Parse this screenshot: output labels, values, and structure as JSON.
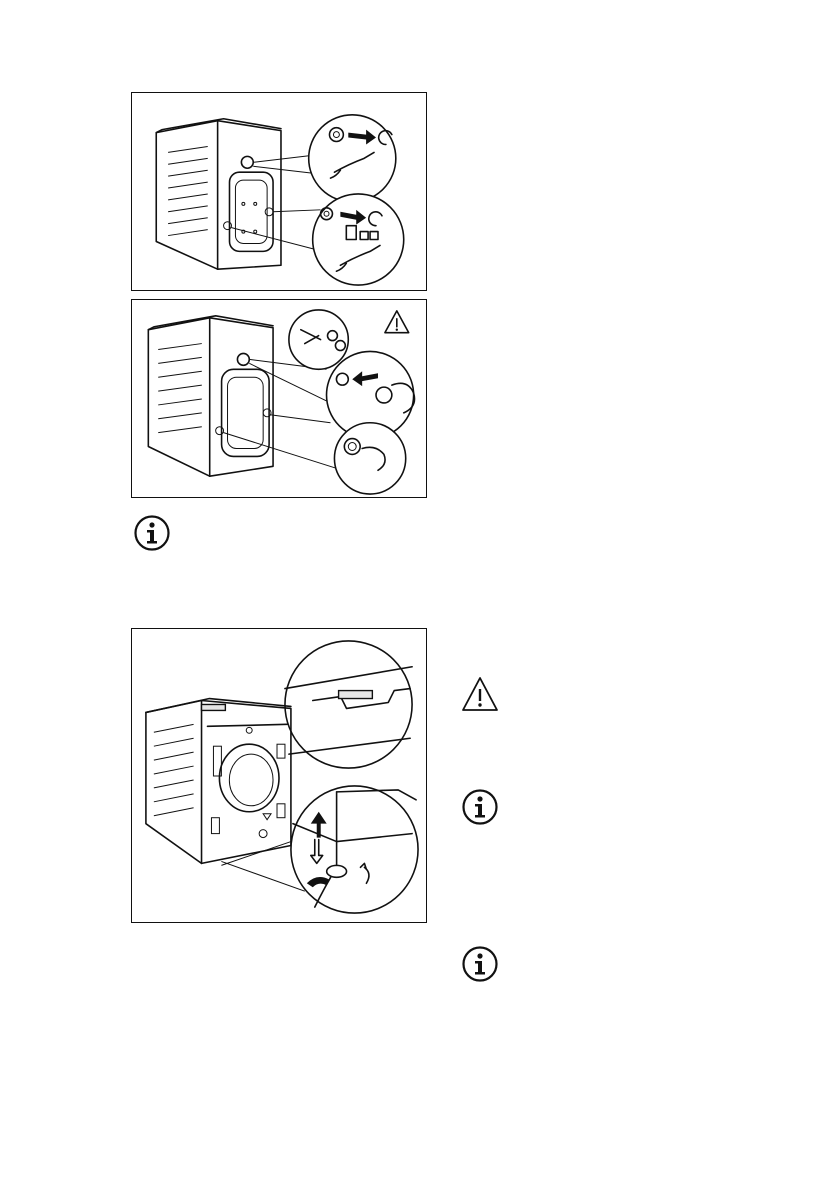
{
  "figures": [
    {
      "name": "figure-remove-transit-bolts",
      "description_icons": [
        "wrench-icon",
        "arrow-icon",
        "rotate-icon"
      ]
    },
    {
      "name": "figure-insert-plastic-caps",
      "description_icons": [
        "warning-icon",
        "hand-icon"
      ]
    },
    {
      "name": "figure-level-appliance",
      "description_icons": [
        "spirit-level-icon",
        "arrow-up-icon",
        "arrow-down-icon",
        "wrench-icon"
      ]
    }
  ],
  "icons": {
    "info": "info-icon",
    "warning": "warning-icon"
  },
  "colors": {
    "line": "#111111",
    "background": "#ffffff"
  }
}
